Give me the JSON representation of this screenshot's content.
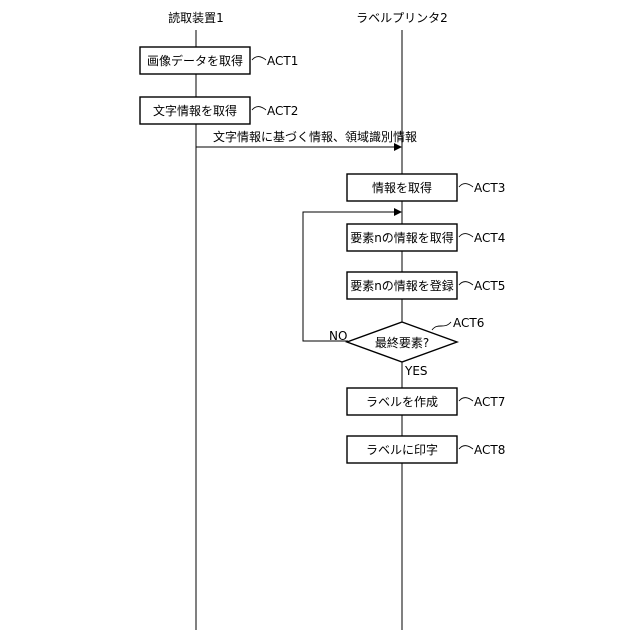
{
  "lanes": [
    {
      "id": "reader",
      "label": "読取装置1"
    },
    {
      "id": "printer",
      "label": "ラベルプリンタ2"
    }
  ],
  "steps": {
    "act1": {
      "label": "画像データを取得",
      "ref": "ACT1"
    },
    "act2": {
      "label": "文字情報を取得",
      "ref": "ACT2"
    },
    "act3": {
      "label": "情報を取得",
      "ref": "ACT3"
    },
    "act4": {
      "label": "要素nの情報を取得",
      "ref": "ACT4"
    },
    "act5": {
      "label": "要素nの情報を登録",
      "ref": "ACT5"
    },
    "act6": {
      "label": "最終要素?",
      "ref": "ACT6"
    },
    "act7": {
      "label": "ラベルを作成",
      "ref": "ACT7"
    },
    "act8": {
      "label": "ラベルに印字",
      "ref": "ACT8"
    }
  },
  "message": {
    "label": "文字情報に基づく情報、領域識別情報"
  },
  "branches": {
    "no": "NO",
    "yes": "YES"
  }
}
